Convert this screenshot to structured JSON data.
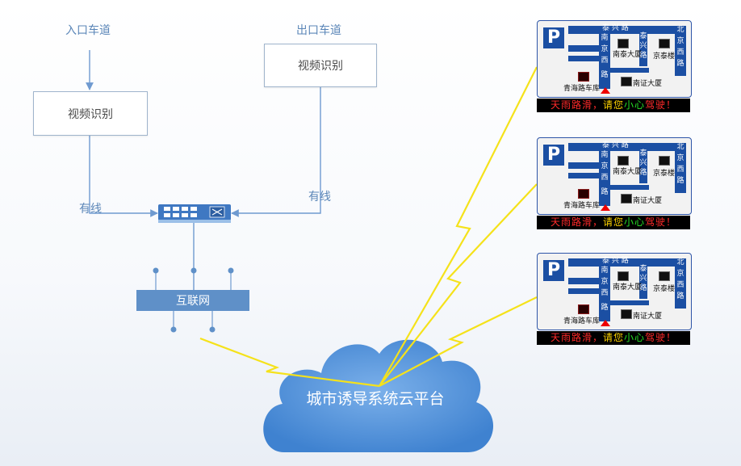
{
  "labels": {
    "entrance": "入口车道",
    "exit": "出口车道",
    "wired_left": "有线",
    "wired_right": "有线"
  },
  "boxes": {
    "video_left": "视频识别",
    "video_right": "视频识别",
    "internet": "互联网"
  },
  "cloud": {
    "label": "城市诱导系统云平台"
  },
  "signs": [
    {
      "p_label": "P",
      "roads": {
        "top": "泰 兴 路",
        "left_vertical": [
          "南",
          "京",
          "西",
          "路"
        ],
        "mid_vertical": [
          "泰",
          "兴",
          "路"
        ],
        "right_vertical": [
          "北",
          "京",
          "西",
          "路"
        ]
      },
      "places": {
        "a": "南泰大厦",
        "b": "京泰楼",
        "c": "青海路车库",
        "d": "南证大厦"
      },
      "ticker": {
        "red": "天雨路滑，",
        "yellow": "请您",
        "green": "小心",
        "red2": "驾驶！"
      }
    },
    {
      "p_label": "P",
      "roads": {
        "top": "泰 兴 路",
        "left_vertical": [
          "南",
          "京",
          "西",
          "路"
        ],
        "mid_vertical": [
          "泰",
          "兴",
          "路"
        ],
        "right_vertical": [
          "北",
          "京",
          "西",
          "路"
        ]
      },
      "places": {
        "a": "南泰大厦",
        "b": "京泰楼",
        "c": "青海路车库",
        "d": "南证大厦"
      },
      "ticker": {
        "red": "天雨路滑，",
        "yellow": "请您",
        "green": "小心",
        "red2": "驾驶！"
      }
    },
    {
      "p_label": "P",
      "roads": {
        "top": "泰 兴 路",
        "left_vertical": [
          "南",
          "京",
          "西",
          "路"
        ],
        "mid_vertical": [
          "泰",
          "兴",
          "路"
        ],
        "right_vertical": [
          "北",
          "京",
          "西",
          "路"
        ]
      },
      "places": {
        "a": "南泰大厦",
        "b": "京泰楼",
        "c": "青海路车库",
        "d": "南证大厦"
      },
      "ticker": {
        "red": "天雨路滑，",
        "yellow": "请您",
        "green": "小心",
        "red2": "驾驶！"
      }
    }
  ],
  "colors": {
    "line": "#6f9ad0",
    "box_border": "#9fb4cc",
    "network_blue": "#5f90c8",
    "cloud_blue": "#4f8fd6",
    "lightning": "#f5e21a",
    "sign_road": "#1b4fa3"
  }
}
